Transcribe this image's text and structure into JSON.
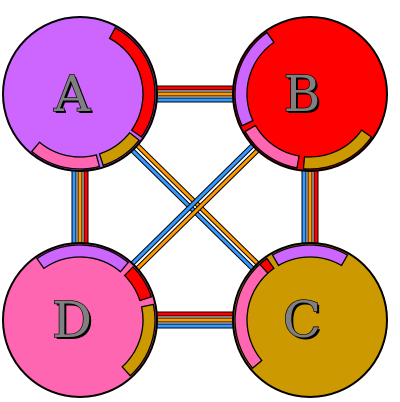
{
  "nodes": [
    {
      "id": "A",
      "label": "A",
      "color": "#CC66FF"
    },
    {
      "id": "B",
      "label": "B",
      "color": "#FF0000"
    },
    {
      "id": "C",
      "label": "C",
      "color": "#CC9900"
    },
    {
      "id": "D",
      "label": "D",
      "color": "#FF66B2"
    }
  ],
  "arc_segments": {
    "A": [
      "B",
      "C",
      "D"
    ],
    "B": [
      "A",
      "D",
      "C"
    ],
    "C": [
      "A",
      "B",
      "D"
    ],
    "D": [
      "A",
      "B",
      "C"
    ]
  },
  "connection_colors": [
    "#FF0000",
    "#FF9900",
    "#3399FF"
  ],
  "connections": [
    {
      "from": "A",
      "to": "B",
      "colors": [
        "#FF0000",
        "#FF9900",
        "#3399FF"
      ]
    },
    {
      "from": "A",
      "to": "D",
      "colors": [
        "#FF0000",
        "#FF9900",
        "#3399FF"
      ]
    },
    {
      "from": "B",
      "to": "C",
      "colors": [
        "#FF0000",
        "#FF9900",
        "#3399FF"
      ]
    },
    {
      "from": "D",
      "to": "C",
      "colors": [
        "#FF0000",
        "#FF9900",
        "#3399FF"
      ]
    },
    {
      "from": "A",
      "to": "C",
      "colors": [
        "#FF9900",
        "#3399FF"
      ]
    },
    {
      "from": "B",
      "to": "D",
      "colors": [
        "#FF9900",
        "#3399FF"
      ]
    }
  ]
}
